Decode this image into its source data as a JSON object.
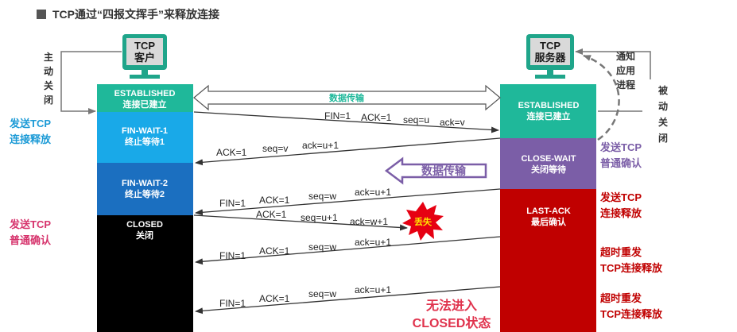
{
  "title": "TCP通过“四报文挥手”来释放连接",
  "client": {
    "name_line1": "TCP",
    "name_line2": "客户",
    "active_close": [
      "主",
      "动",
      "关",
      "闭"
    ],
    "states": {
      "established": {
        "en": "ESTABLISHED",
        "zh": "连接已建立"
      },
      "fin_wait_1": {
        "en": "FIN-WAIT-1",
        "zh": "终止等待1"
      },
      "fin_wait_2": {
        "en": "FIN-WAIT-2",
        "zh": "终止等待2"
      },
      "closed": {
        "en": "CLOSED",
        "zh": "关闭"
      }
    },
    "send_release": [
      "发送TCP",
      "连接释放"
    ],
    "send_ack": [
      "发送TCP",
      "普通确认"
    ]
  },
  "server": {
    "name_line1": "TCP",
    "name_line2": "服务器",
    "notify_app": [
      "通知",
      "应用",
      "进程"
    ],
    "passive_close": [
      "被",
      "动",
      "关",
      "闭"
    ],
    "states": {
      "established": {
        "en": "ESTABLISHED",
        "zh": "连接已建立"
      },
      "close_wait": {
        "en": "CLOSE-WAIT",
        "zh": "关闭等待"
      },
      "last_ack": {
        "en": "LAST-ACK",
        "zh": "最后确认"
      }
    },
    "send_ack": [
      "发送TCP",
      "普通确认"
    ],
    "send_release": [
      "发送TCP",
      "连接释放"
    ],
    "retransmit_1": [
      "超时重发",
      "TCP连接释放"
    ],
    "retransmit_2": [
      "超时重发",
      "TCP连接释放"
    ]
  },
  "data_transfer": "数据传输",
  "data_transfer_2": "数据传输",
  "messages": {
    "m1": {
      "fin": "FIN=1",
      "ack": "ACK=1",
      "seq": "seq=u",
      "ackno": "ack=v"
    },
    "m2": {
      "ack": "ACK=1",
      "seq": "seq=v",
      "ackno": "ack=u+1"
    },
    "m3": {
      "fin": "FIN=1",
      "ack": "ACK=1",
      "seq": "seq=w",
      "ackno": "ack=u+1"
    },
    "m4": {
      "ack": "ACK=1",
      "seq": "seq=u+1",
      "ackno": "ack=w+1"
    },
    "m5": {
      "fin": "FIN=1",
      "ack": "ACK=1",
      "seq": "seq=w",
      "ackno": "ack=u+1"
    },
    "m6": {
      "fin": "FIN=1",
      "ack": "ACK=1",
      "seq": "seq=w",
      "ackno": "ack=u+1"
    }
  },
  "lost": "丢失",
  "cannot_close": [
    "无法进入",
    "CLOSED状态"
  ],
  "colors": {
    "established": "#1fb89a",
    "fin_wait_1": "#19a9e8",
    "fin_wait_2": "#1b6fc0",
    "closed": "#000000",
    "close_wait": "#7b5ea7",
    "last_ack": "#c00000",
    "blue_text": "#1b9ad6",
    "pink_text": "#d6336c",
    "red_text": "#c00000"
  }
}
